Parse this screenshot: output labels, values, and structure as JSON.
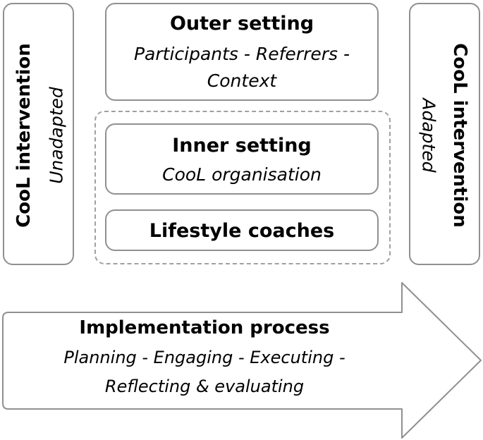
{
  "diagram": {
    "left_panel": {
      "title": "CooL intervention",
      "subtitle": "Unadapted"
    },
    "right_panel": {
      "title": "CooL intervention",
      "subtitle": "Adapted"
    },
    "outer_setting": {
      "title": "Outer setting",
      "line1": "Participants - Referrers -",
      "line2": "Context"
    },
    "inner_setting": {
      "title": "Inner setting",
      "subtitle": "CooL organisation"
    },
    "lifestyle_coaches": {
      "title": "Lifestyle coaches"
    },
    "implementation_process": {
      "title": "Implementation process",
      "line1": "Planning - Engaging - Executing -",
      "line2": "Reflecting & evaluating"
    },
    "colors": {
      "border": "#909090",
      "dashed_border": "#a0a0a0",
      "text": "#000000",
      "background": "#ffffff"
    }
  }
}
